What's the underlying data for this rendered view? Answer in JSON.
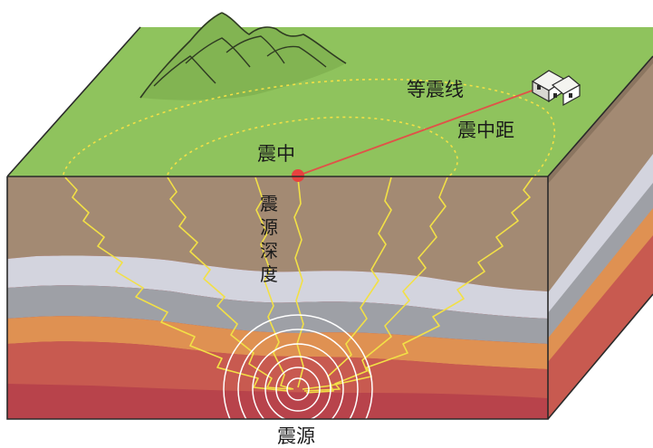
{
  "labels": {
    "isoseismal_line": "等震线",
    "epicentral_distance": "震中距",
    "epicenter": "震中",
    "focal_depth": [
      "震",
      "源",
      "深",
      "度"
    ],
    "focus": "震源"
  },
  "colors": {
    "ground_surface": "#8fc35d",
    "mountain": "#82b452",
    "soil_layer": "#a38a73",
    "light_rock": "#d3d4de",
    "grey_rock": "#9ea0a6",
    "orange_layer": "#df9152",
    "red_layer": "#c85a50",
    "deep_red_layer": "#b8434b",
    "wave_lines": "#f2e046",
    "distance_line": "#e05248",
    "epicenter_dot": "#e8423f",
    "focus_rings": "#ffffff"
  },
  "icons": {
    "house": "house-icon",
    "epicenter": "epicenter-dot-icon"
  }
}
